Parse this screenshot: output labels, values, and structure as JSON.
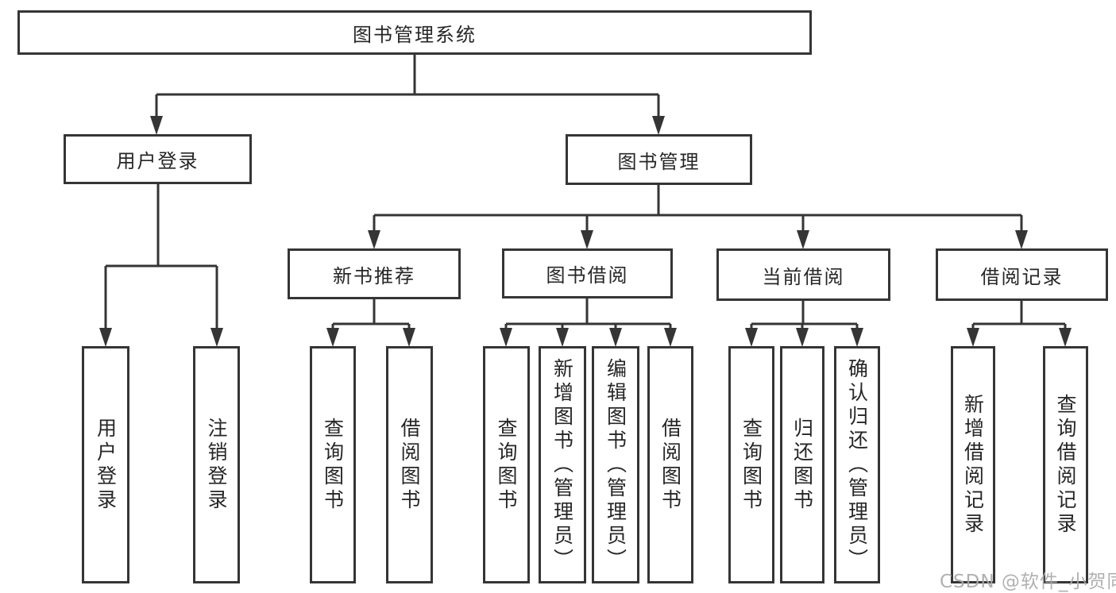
{
  "diagram": {
    "root": "图书管理系统",
    "level1": {
      "user_login": "用户登录",
      "book_mgmt": "图书管理"
    },
    "level2": {
      "new_book_rec": "新书推荐",
      "book_borrow": "图书借阅",
      "current_borrow": "当前借阅",
      "borrow_records": "借阅记录"
    },
    "leaves": {
      "user_login": "用户登录",
      "logout": "注销登录",
      "nb_query": "查询图书",
      "nb_borrow": "借阅图书",
      "bb_query": "查询图书",
      "bb_add": "新增图书（管理员）",
      "bb_edit": "编辑图书（管理员）",
      "bb_borrow": "借阅图书",
      "cb_query": "查询图书",
      "cb_return": "归还图书",
      "cb_confirm": "确认归还（管理员）",
      "br_add": "新增借阅记录",
      "br_query": "查询借阅记录"
    }
  },
  "watermark": "CSDN @软件_小贺同学",
  "colors": {
    "line": "#353535",
    "text": "#262626",
    "background": "#ffffff",
    "watermark": "#aaaaaa"
  }
}
